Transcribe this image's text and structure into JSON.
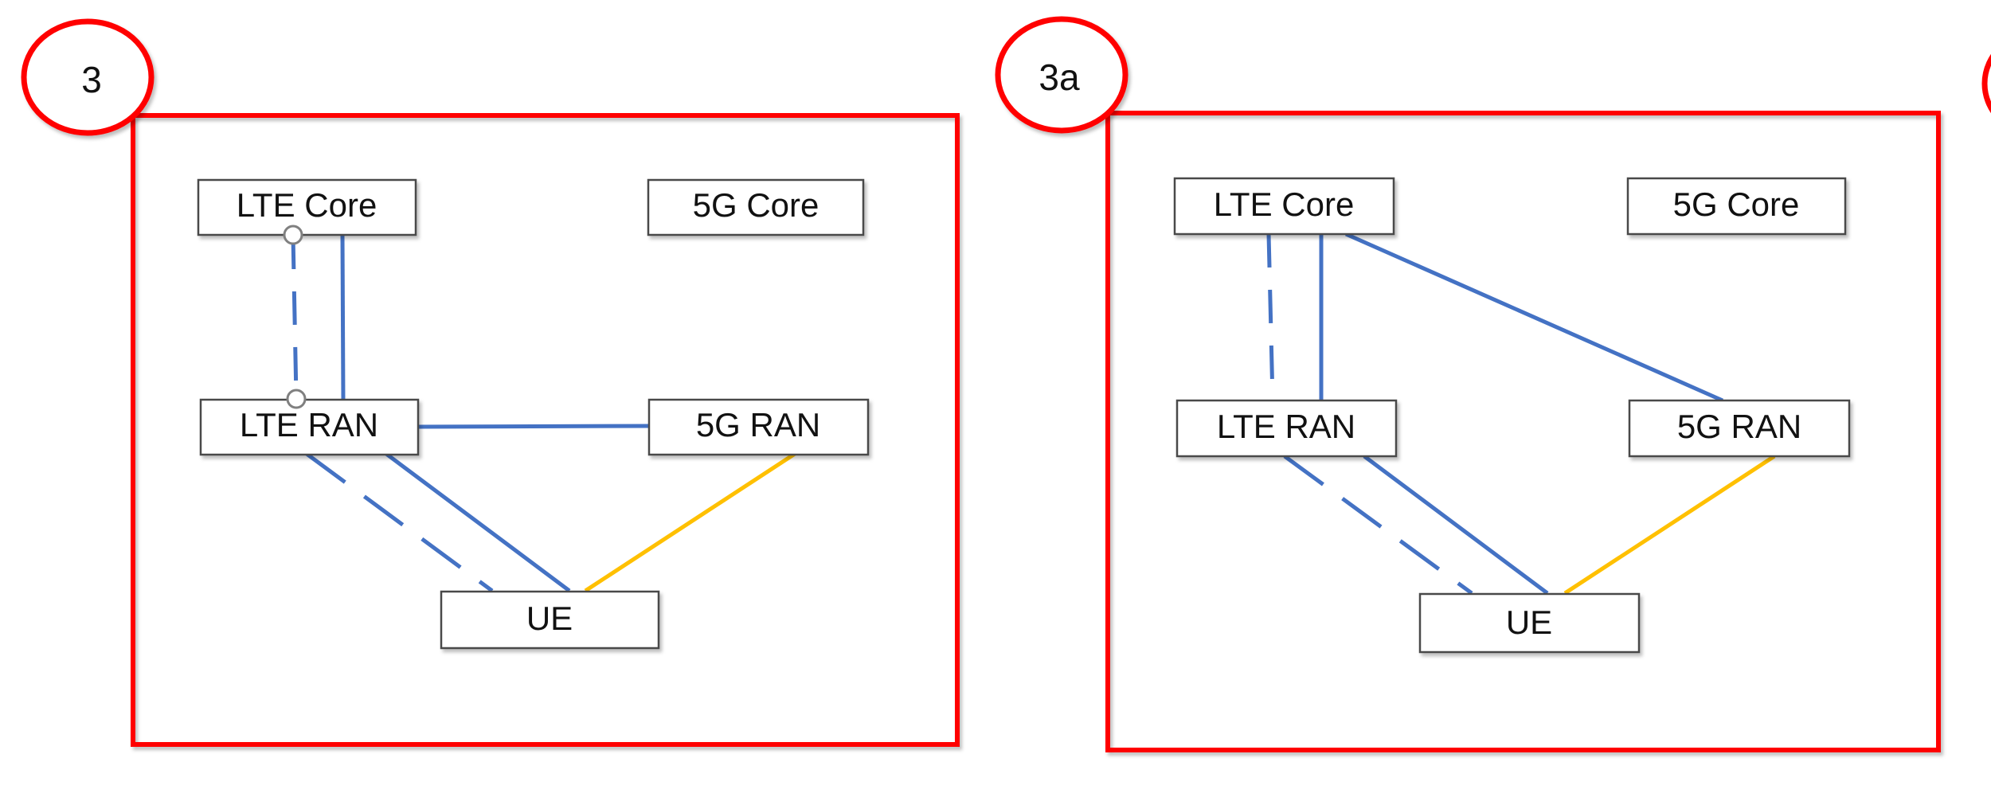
{
  "colors": {
    "frame": "#ff0000",
    "blue_link": "#4472c4",
    "yellow_link": "#ffc000",
    "node_border": "#4a4a4a"
  },
  "panels": [
    {
      "label": "3",
      "nodes": {
        "lte_core": "LTE Core",
        "fiveg_core": "5G Core",
        "lte_ran": "LTE RAN",
        "fiveg_ran": "5G RAN",
        "ue": "UE"
      }
    },
    {
      "label": "3a",
      "nodes": {
        "lte_core": "LTE Core",
        "fiveg_core": "5G Core",
        "lte_ran": "LTE RAN",
        "fiveg_ran": "5G RAN",
        "ue": "UE"
      }
    }
  ]
}
